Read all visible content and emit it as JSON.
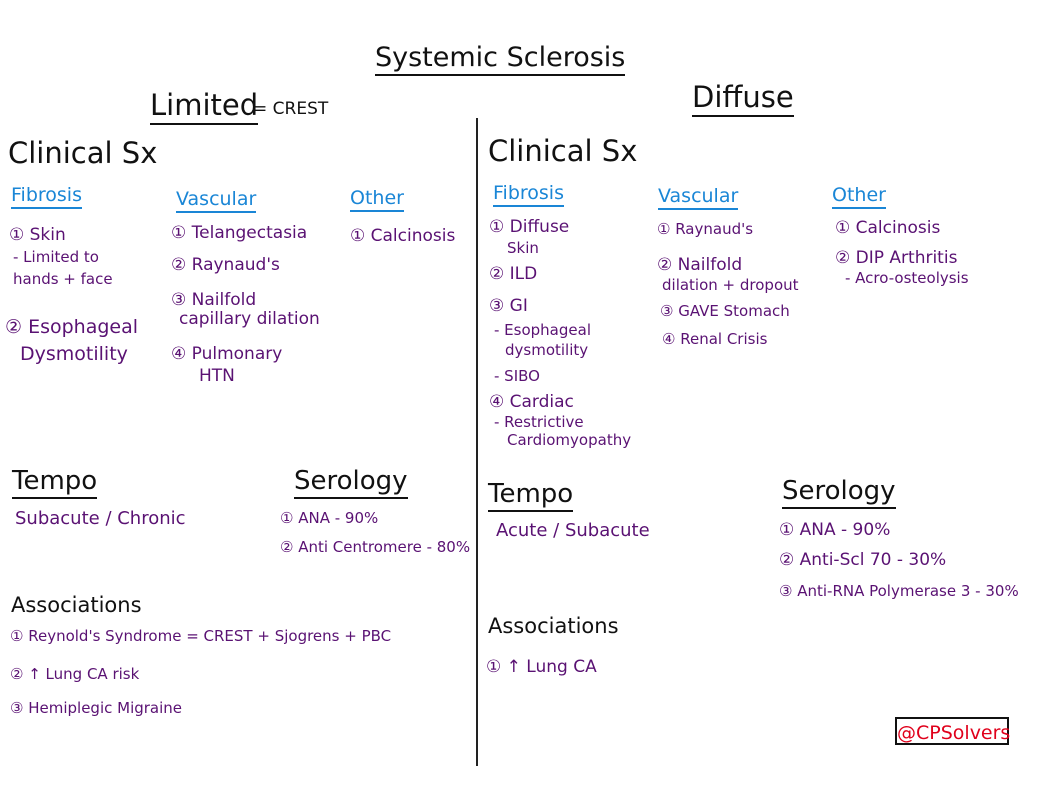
{
  "title": "Systemic Sclerosis",
  "limited": {
    "heading": "Limited",
    "eq": "= CREST",
    "clinical_heading": "Clinical Sx",
    "fibrosis": {
      "heading": "Fibrosis",
      "items": [
        "① Skin",
        "- Limited to",
        "hands + face",
        "② Esophageal",
        "Dysmotility"
      ]
    },
    "vascular": {
      "heading": "Vascular",
      "items": [
        "① Telangectasia",
        "② Raynaud's",
        "③ Nailfold",
        "capillary dilation",
        "④ Pulmonary",
        "HTN"
      ]
    },
    "other": {
      "heading": "Other",
      "items": [
        "① Calcinosis"
      ]
    },
    "tempo": {
      "heading": "Tempo",
      "value": "Subacute / Chronic"
    },
    "serology": {
      "heading": "Serology",
      "items": [
        "① ANA - 90%",
        "② Anti Centromere - 80%"
      ]
    },
    "associations": {
      "heading": "Associations",
      "items": [
        "① Reynold's Syndrome = CREST + Sjogrens + PBC",
        "② ↑ Lung CA risk",
        "③ Hemiplegic Migraine"
      ]
    }
  },
  "diffuse": {
    "heading": "Diffuse",
    "clinical_heading": "Clinical Sx",
    "fibrosis": {
      "heading": "Fibrosis",
      "items": [
        "① Diffuse",
        "Skin",
        "② ILD",
        "③ GI",
        "- Esophageal",
        "dysmotility",
        "- SIBO",
        "④ Cardiac",
        "- Restrictive",
        "Cardiomyopathy"
      ]
    },
    "vascular": {
      "heading": "Vascular",
      "items": [
        "① Raynaud's",
        "② Nailfold",
        "dilation + dropout",
        "③ GAVE Stomach",
        "④ Renal Crisis"
      ]
    },
    "other": {
      "heading": "Other",
      "items": [
        "① Calcinosis",
        "② DIP Arthritis",
        "- Acro-osteolysis"
      ]
    },
    "tempo": {
      "heading": "Tempo",
      "value": "Acute / Subacute"
    },
    "serology": {
      "heading": "Serology",
      "items": [
        "① ANA - 90%",
        "② Anti-Scl 70 - 30%",
        "③ Anti-RNA Polymerase 3 - 30%"
      ]
    },
    "associations": {
      "heading": "Associations",
      "items": [
        "① ↑ Lung CA"
      ]
    }
  },
  "logo": "@CPSolvers",
  "colors": {
    "heading": "#111111",
    "subheading": "#1a86d6",
    "item": "#5a1273",
    "logo": "#e0001b"
  }
}
